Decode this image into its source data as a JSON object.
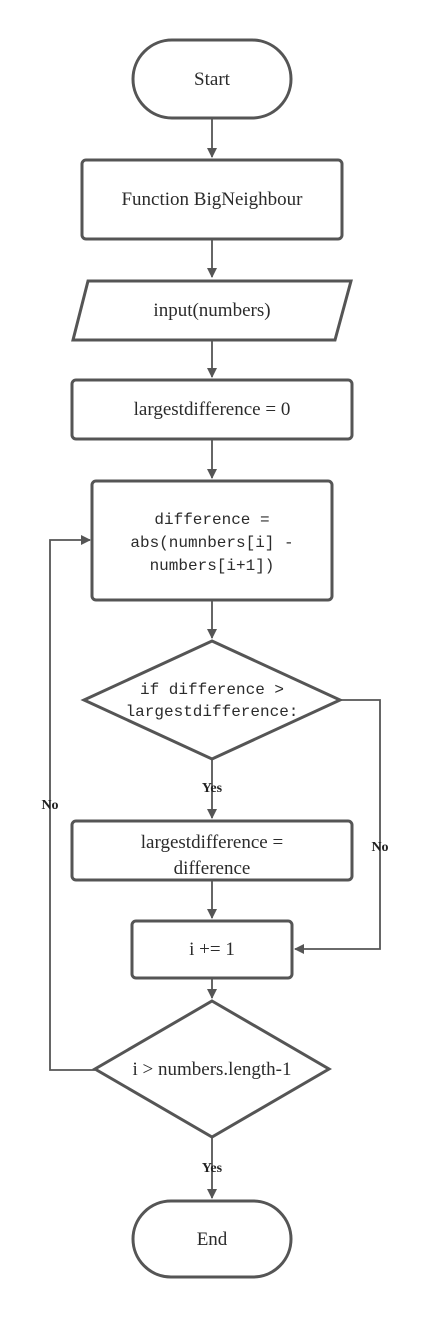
{
  "nodes": {
    "start": "Start",
    "function": "Function BigNeighbour",
    "input": "input(numbers)",
    "init": "largestdifference = 0",
    "difference": [
      "difference =",
      "abs(numnbers[i] -",
      "numbers[i+1])"
    ],
    "decision1": [
      "if difference >",
      "largestdifference:"
    ],
    "assign": [
      "largestdifference =",
      "difference"
    ],
    "increment": "i += 1",
    "decision2": "i > numbers.length-1",
    "end": "End"
  },
  "edges": {
    "decision1_yes": "Yes",
    "decision1_no": "No",
    "decision2_yes": "Yes",
    "decision2_no": "No"
  }
}
